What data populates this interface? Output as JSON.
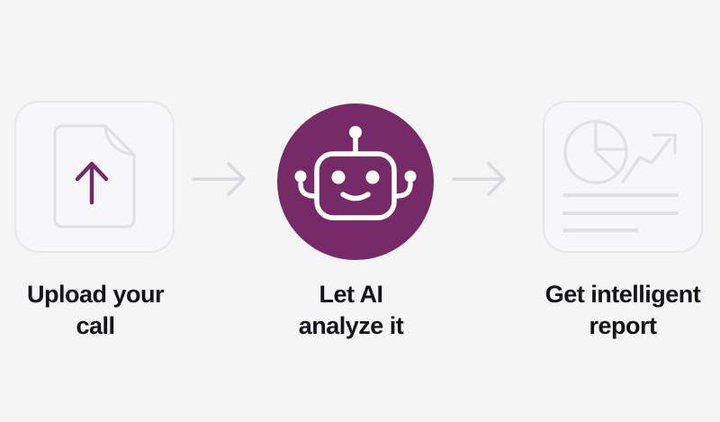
{
  "section": {
    "name": "how-it-works-steps"
  },
  "steps": [
    {
      "id": "upload-call",
      "icon": "document-upload-icon",
      "label": "Upload your call",
      "label_line1": "Upload your",
      "label_line2": "call"
    },
    {
      "id": "ai-analyze",
      "icon": "robot-icon",
      "label": "Let AI analyze it",
      "label_line1": "Let AI",
      "label_line2": "analyze it"
    },
    {
      "id": "intelligent-report",
      "icon": "report-chart-icon",
      "label": "Get intelligent report",
      "label_line1": "Get intelligent",
      "label_line2": "report"
    }
  ],
  "connectors": [
    {
      "icon": "arrow-right-icon"
    },
    {
      "icon": "arrow-right-icon"
    }
  ],
  "colors": {
    "background": "#f5f5f6",
    "card_fill": "#f7f7f9",
    "card_border": "#e7e6ea",
    "accent_purple": "#762B68",
    "upload_arrow_purple": "#712b66",
    "connector_gray": "#d9d9de",
    "icon_stroke_gray": "#e1e1e5",
    "text": "#141418"
  }
}
